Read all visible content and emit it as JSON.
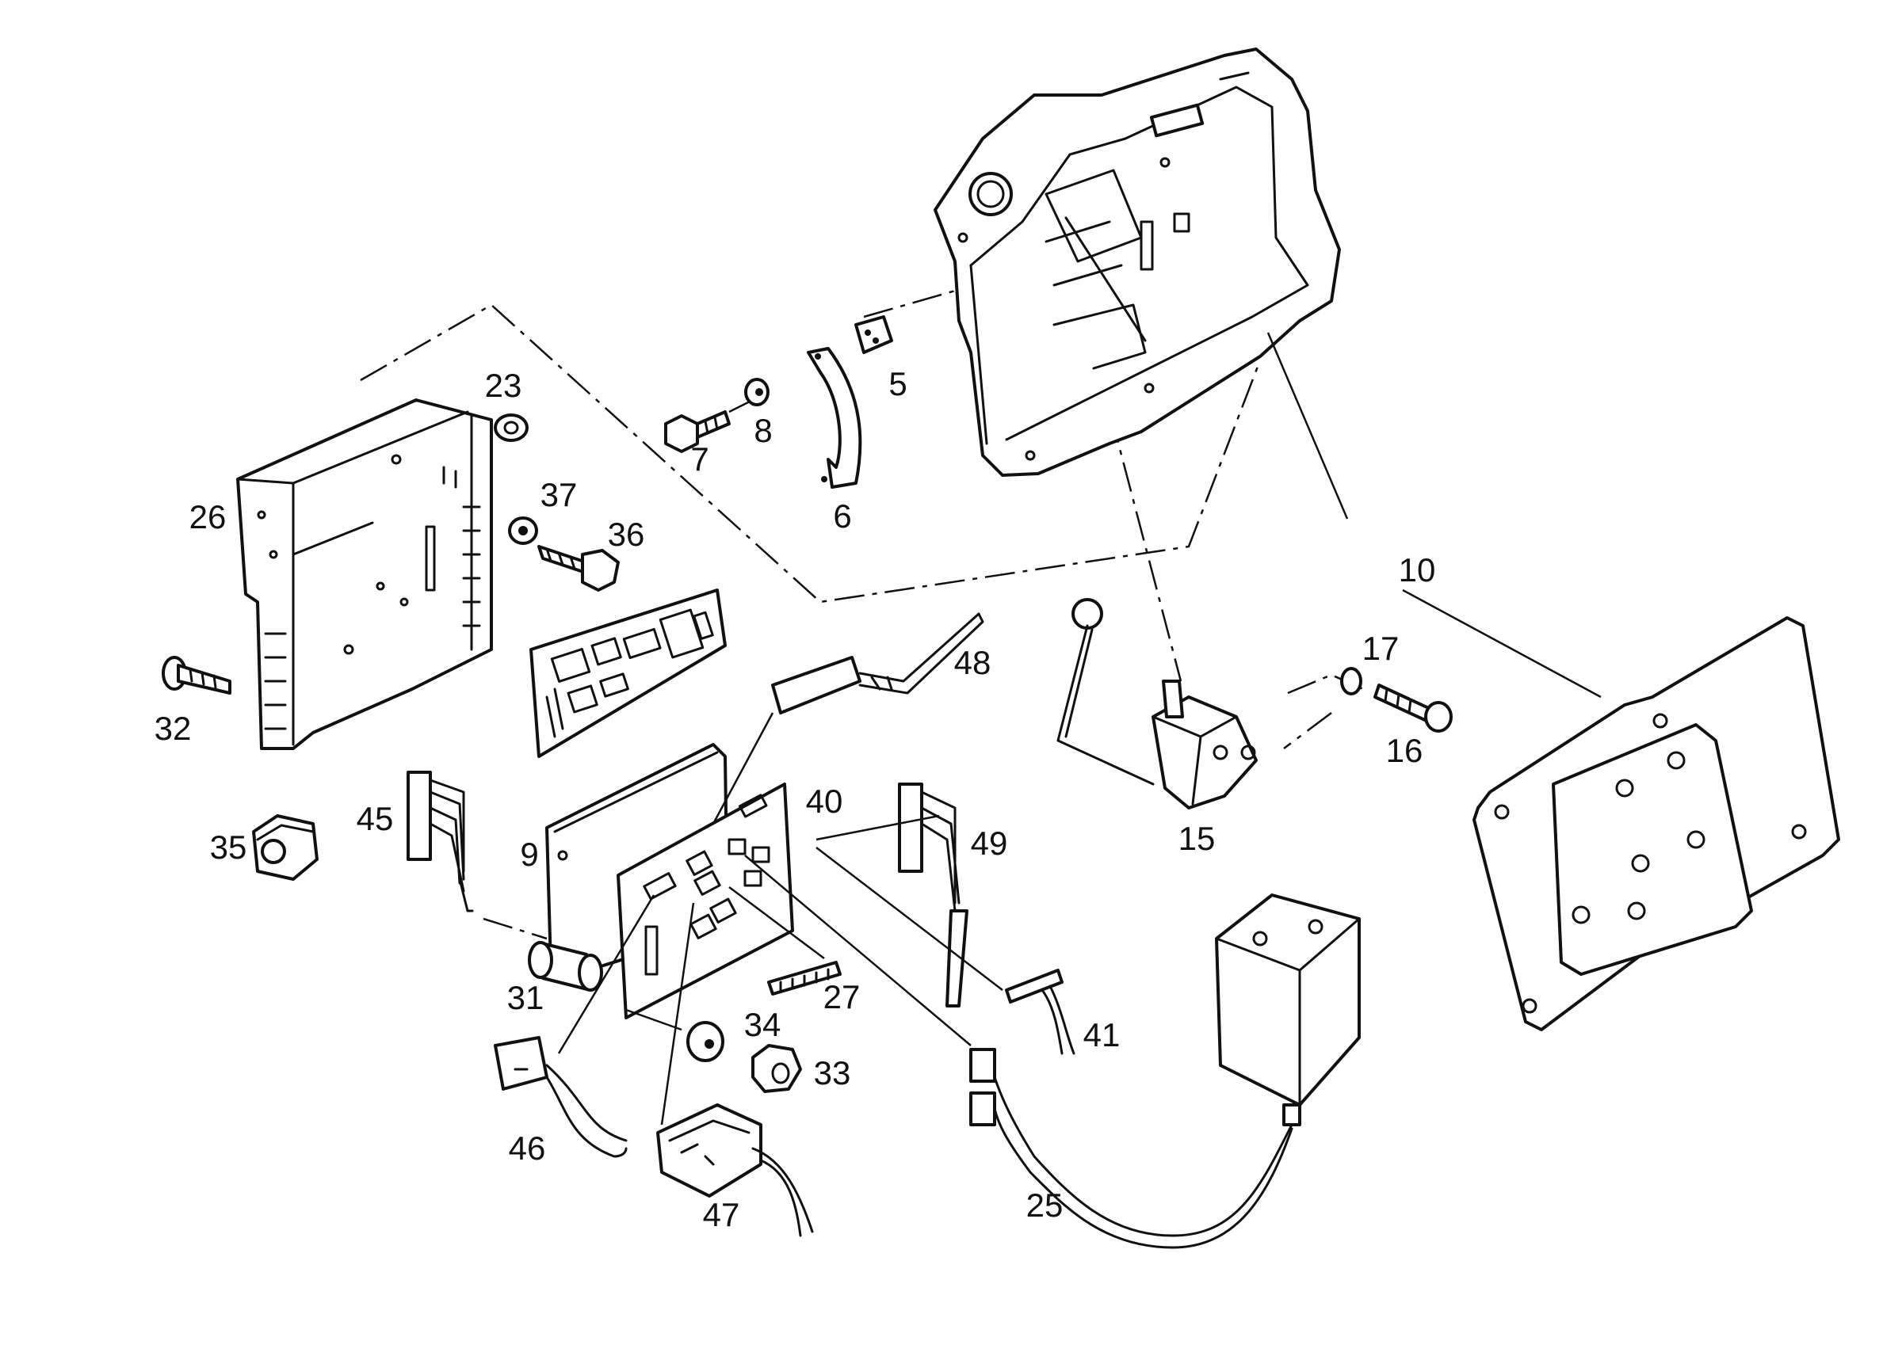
{
  "diagram": {
    "labels": {
      "l5": "5",
      "l6": "6",
      "l7": "7",
      "l8": "8",
      "l9": "9",
      "l10": "10",
      "l15": "15",
      "l16": "16",
      "l17": "17",
      "l23": "23",
      "l25": "25",
      "l26": "26",
      "l27": "27",
      "l31": "31",
      "l32": "32",
      "l33": "33",
      "l34": "34",
      "l35": "35",
      "l36": "36",
      "l37": "37",
      "l40": "40",
      "l41": "41",
      "l45": "45",
      "l46": "46",
      "l47": "47",
      "l48": "48",
      "l49": "49"
    }
  }
}
